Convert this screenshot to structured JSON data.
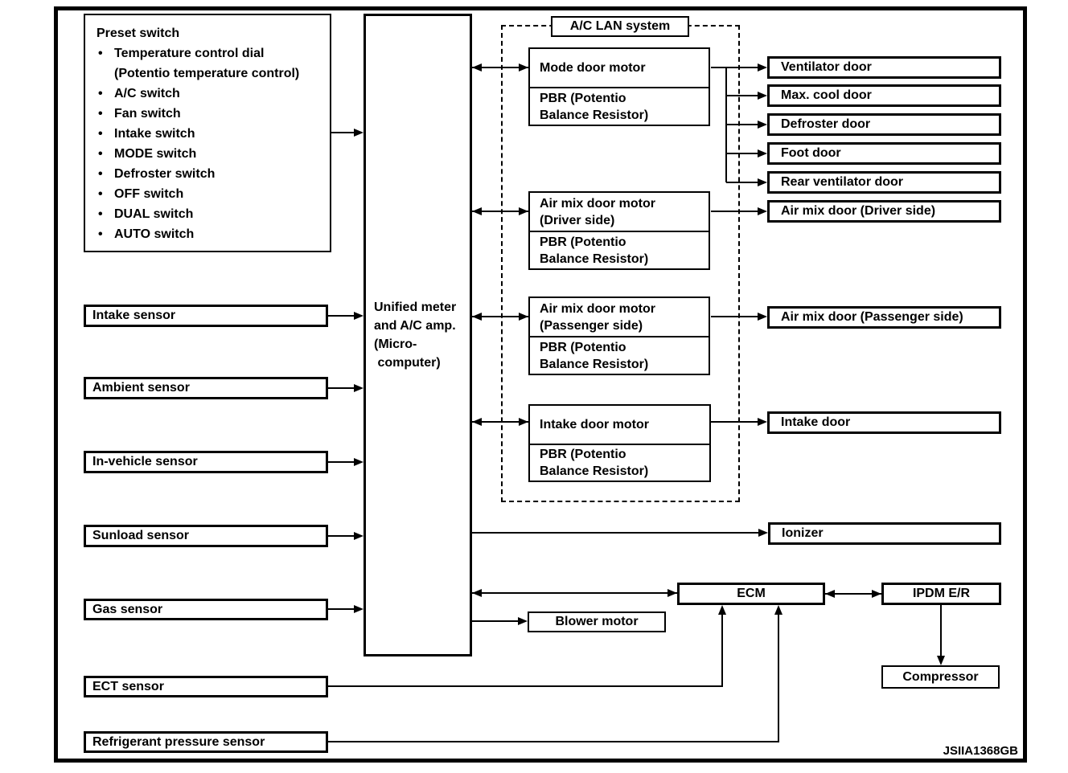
{
  "figure": {
    "id": "JSIIA1368GB"
  },
  "preset_switch": {
    "title": "Preset switch",
    "items": [
      "Temperature control dial\n(Potentio temperature control)",
      "A/C switch",
      "Fan switch",
      "Intake switch",
      "MODE switch",
      "Defroster switch",
      "OFF switch",
      "DUAL switch",
      "AUTO switch"
    ]
  },
  "unified_meter": {
    "label": "Unified meter\nand A/C amp.\n(Micro-\n computer)"
  },
  "ac_lan": {
    "label": "A/C LAN system"
  },
  "motors": {
    "mode": {
      "title": "Mode door motor",
      "pbr": "PBR (Potentio\nBalance Resistor)"
    },
    "airmix_driver": {
      "title": "Air mix door motor\n(Driver side)",
      "pbr": "PBR (Potentio\nBalance Resistor)"
    },
    "airmix_passenger": {
      "title": "Air mix door motor\n(Passenger side)",
      "pbr": "PBR (Potentio\nBalance Resistor)"
    },
    "intake": {
      "title": "Intake door motor",
      "pbr": "PBR (Potentio\nBalance Resistor)"
    }
  },
  "doors": {
    "ventilator": "Ventilator door",
    "max_cool": "Max. cool door",
    "defroster": "Defroster door",
    "foot": "Foot door",
    "rear_ventilator": "Rear ventilator door",
    "airmix_driver": "Air mix door (Driver side)",
    "airmix_passenger": "Air mix door (Passenger side)",
    "intake": "Intake door"
  },
  "sensors": {
    "intake": "Intake sensor",
    "ambient": "Ambient sensor",
    "in_vehicle": "In-vehicle sensor",
    "sunload": "Sunload sensor",
    "gas": "Gas sensor",
    "ect": "ECT sensor",
    "refrigerant": "Refrigerant pressure sensor"
  },
  "modules": {
    "ionizer": "Ionizer",
    "ecm": "ECM",
    "ipdm": "IPDM E/R",
    "compressor": "Compressor",
    "blower": "Blower motor"
  },
  "colors": {
    "line": "#000000",
    "background": "#ffffff"
  }
}
